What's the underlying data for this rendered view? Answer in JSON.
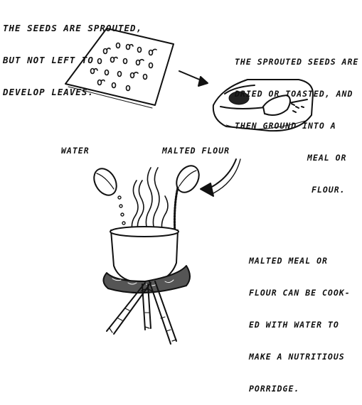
{
  "caption1": [
    "The seeds are sprouted,",
    "but not left to",
    "develop leaves."
  ],
  "caption2": [
    "The sprouted seeds are",
    "dried or toasted, and",
    "then ground into a",
    "meal or",
    "flour."
  ],
  "label_water": "Water",
  "label_malted_flour": "Malted flour",
  "caption3": [
    "Malted meal or",
    "flour can be cook-",
    "ed with water to",
    "make a nutritious",
    "porridge."
  ],
  "colors": {
    "ink": "#111111",
    "paper": "#ffffff"
  }
}
